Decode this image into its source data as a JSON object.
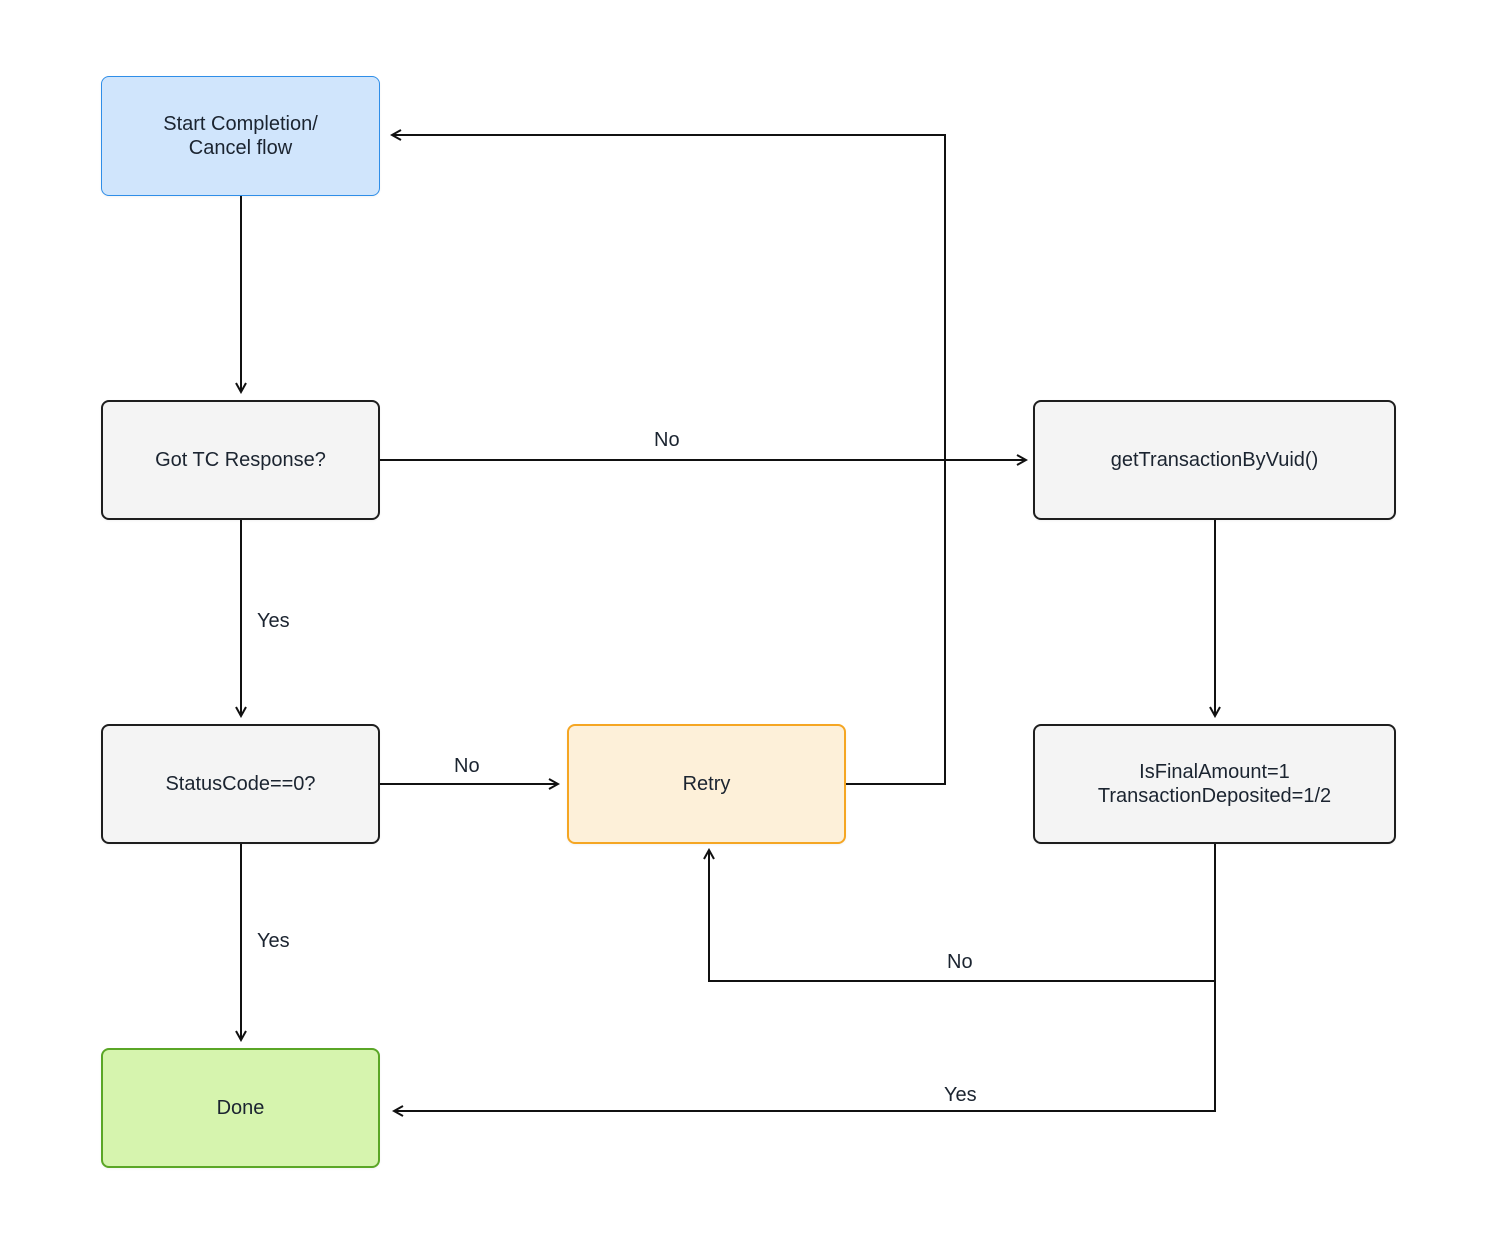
{
  "nodes": {
    "start": "Start Completion/\nCancel flow",
    "got_tc_response": "Got TC Response?",
    "get_transaction": "getTransactionByVuid()",
    "status_code": "StatusCode==0?",
    "retry": "Retry",
    "is_final_amount": "IsFinalAmount=1\nTransactionDeposited=1/2",
    "done": "Done"
  },
  "edges": {
    "tc_no": "No",
    "tc_yes": "Yes",
    "status_no": "No",
    "status_yes": "Yes",
    "final_no": "No",
    "final_yes": "Yes"
  },
  "colors": {
    "start_fill": "#d0e5fc",
    "start_border": "#2f8ee8",
    "retry_fill": "#fdf0d9",
    "retry_border": "#f5a623",
    "done_fill": "#d6f4ae",
    "done_border": "#5aa626",
    "default_fill": "#f4f4f4",
    "line": "#111111"
  }
}
